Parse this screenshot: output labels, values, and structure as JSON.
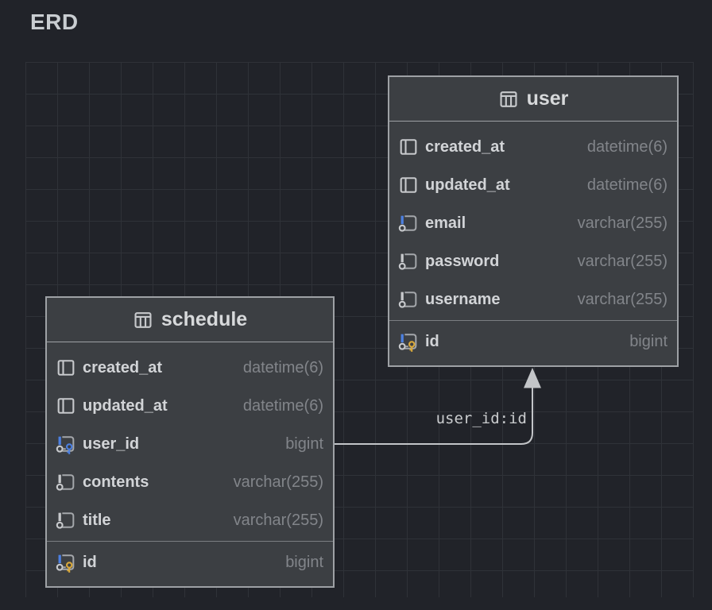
{
  "page": {
    "title": "ERD"
  },
  "colors": {
    "accent_blue": "#4c80e1",
    "key_gold": "#d9a93c",
    "icon_gray": "#c7c9cc",
    "icon_dim_gray": "#a4a7ab",
    "table_fill": "#3c3f43",
    "table_border": "#9ea1a5",
    "edge_gray": "#c3c5c8"
  },
  "diagram": {
    "tables": [
      {
        "id": "user",
        "title": "user",
        "header_icon": "table-icon",
        "columns": [
          {
            "name": "created_at",
            "type": "datetime(6)",
            "icon": "column-icon",
            "separator_above": false
          },
          {
            "name": "updated_at",
            "type": "datetime(6)",
            "icon": "column-icon",
            "separator_above": false
          },
          {
            "name": "email",
            "type": "varchar(255)",
            "icon": "column-index-blue-icon",
            "separator_above": false
          },
          {
            "name": "password",
            "type": "varchar(255)",
            "icon": "column-index-icon",
            "separator_above": false
          },
          {
            "name": "username",
            "type": "varchar(255)",
            "icon": "column-index-icon",
            "separator_above": false
          },
          {
            "name": "id",
            "type": "bigint",
            "icon": "column-primary-key-icon",
            "separator_above": true
          }
        ]
      },
      {
        "id": "schedule",
        "title": "schedule",
        "header_icon": "table-icon",
        "columns": [
          {
            "name": "created_at",
            "type": "datetime(6)",
            "icon": "column-icon",
            "separator_above": false
          },
          {
            "name": "updated_at",
            "type": "datetime(6)",
            "icon": "column-icon",
            "separator_above": false
          },
          {
            "name": "user_id",
            "type": "bigint",
            "icon": "column-foreign-key-icon",
            "separator_above": false
          },
          {
            "name": "contents",
            "type": "varchar(255)",
            "icon": "column-index-icon",
            "separator_above": false
          },
          {
            "name": "title",
            "type": "varchar(255)",
            "icon": "column-index-icon",
            "separator_above": false
          },
          {
            "name": "id",
            "type": "bigint",
            "icon": "column-primary-key-icon",
            "separator_above": true
          }
        ]
      }
    ],
    "relationship": {
      "label": "user_id:id",
      "from": "schedule.user_id",
      "to": "user.id"
    }
  }
}
